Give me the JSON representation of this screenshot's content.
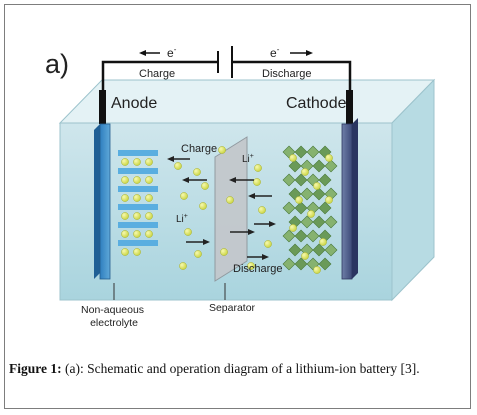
{
  "diagram": {
    "panel_label": "a)",
    "electron_left": "e",
    "electron_right": "e",
    "electron_superscript": "-",
    "charge_top": "Charge",
    "discharge_top": "Discharge",
    "anode": "Anode",
    "cathode": "Cathode",
    "charge_inner": "Charge",
    "li_ion_right": "Li",
    "li_ion_left": "Li",
    "li_superscript": "+",
    "discharge_inner": "Discharge",
    "electrolyte_line1": "Non-aqueous",
    "electrolyte_line2": "electrolyte",
    "separator": "Separator"
  },
  "caption": {
    "label": "Figure 1:",
    "text": " (a): Schematic and operation diagram of a lithium-ion battery [3]."
  }
}
